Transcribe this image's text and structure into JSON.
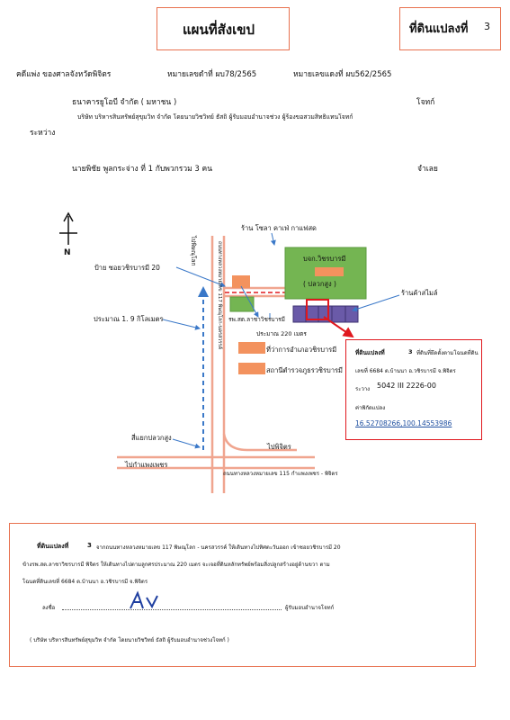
{
  "header": {
    "title": "แผนที่สังเขป",
    "plot_label": "ที่ดินแปลงที่",
    "plot_number": "3"
  },
  "case": {
    "line1_court": "คดีแพ่ง   ของศาลจังหวัดพิจิตร",
    "line1_black": "หมายเลขดำที่ ผบ78/2565",
    "line1_red": "หมายเลขแดงที่ ผบ562/2565",
    "plaintiff_name": "ธนาคารยูโอบี  จำกัด ( มหาชน )",
    "plaintiff_role": "โจทก์",
    "plaintiff_sub": "บริษัท บริหารสินทรัพย์สุขุมวิท จำกัด โดยนายวิชวิทย์ ธัสถิ ผู้รับมอบอำนาจช่วง  ผู้ร้องขอสวมสิทธิแทนโจทก์",
    "between": "ระหว่าง",
    "defendant_name": "นายพิชัย  พูลกระจ่าง  ที่ 1 กับพวกรวม 3  คน",
    "defendant_role": "จำเลย"
  },
  "map": {
    "north": "N",
    "shop_top": "ร้าน  โซลา  คาเฟ่  กาแฟสด",
    "company": "บจก.วิชรบารมี",
    "company_sub": "( ปลวกสูง )",
    "sign": "ป้าย  ซอยวชิรบารมี 20",
    "to_phitsanulok": "ไปพิษณุโลก",
    "road_vertical": "ถนนทางหลวงหมายเลข 117 พิษณุโลก-นครสวรรค์",
    "shop_right": "ร้านค้าสไมล์",
    "distance": "ประมาณ  1. 9  กิโลเมตร",
    "hospital": "รพ.สต.ลาชาวิชรบารมี",
    "approx_220": "ประมาณ  220  เมตร",
    "district_office": "ที่ว่าการอำเภอวชิรบารมี",
    "police": "สถานีตำรวจภูธรวชิรบารมี",
    "junction": "สี่แยกปลวกสูง",
    "to_phichit": "ไปพิจิตร",
    "to_kamphaeng": "ไปกำแพงเพชร",
    "road_bottom": "ถนนทางหลวงหมายเลข  115  กำแพงเพชร - พิจิตร"
  },
  "infobox": {
    "title": "ที่ดินแปลงที่",
    "number": "3",
    "desc": "ที่ดินที่ยึดตั้งตามโฉนดที่ดิน",
    "deed": "เลขที่  6684  ต.บ้านนา   อ.วชิรบารมี  จ.พิจิตร",
    "grid_label": "ระวาง",
    "grid": "5042 III 2226-00",
    "coord_label": "ค่าพิกัดแปลง",
    "coords": "16.52708266,100.14553986"
  },
  "footer": {
    "plot_label": "ที่ดินแปลงที่",
    "plot_number": "3",
    "line1": "จากถนนทางหลวงหมายเลข  117  พิษณุโลก - นครสวรรค์  ให้เดินทางไปทิศตะวันออก  เข้าซอยวชิรบารมี  20",
    "line2": "ข้างรพ.สต.ลาชาวิชรบารมี  พิจิตร  ให้เดินทางไปตามลูกศรประมาณ  220  เมตร  จะเจอที่ดินหลักทรัพย์พร้อมสิ่งปลูกสร้างอยู่ด้านขวา  ตาม",
    "line3": "โฉนดที่ดินเลขที่    6684  ต.บ้านนา   อ.วชิรบารมี  จ.พิจิตร",
    "sign_prefix": "ลงชื่อ",
    "sign_suffix": "ผู้รับมอบอำนาจโจทก์",
    "company": "( บริษัท บริหารสินทรัพย์สุขุมวิท จำกัด  โดยนายวิชวิทย์  ธัสถิ  ผู้รับมอบอำนาจช่วงโจทก์ )"
  },
  "colors": {
    "accent": "#e8714f",
    "road": "#f0a58f",
    "green": "#74b552",
    "orange": "#f3925e",
    "purple": "#6a5aa8",
    "arrow_blue": "#3a78c8",
    "red": "#e0181e"
  }
}
